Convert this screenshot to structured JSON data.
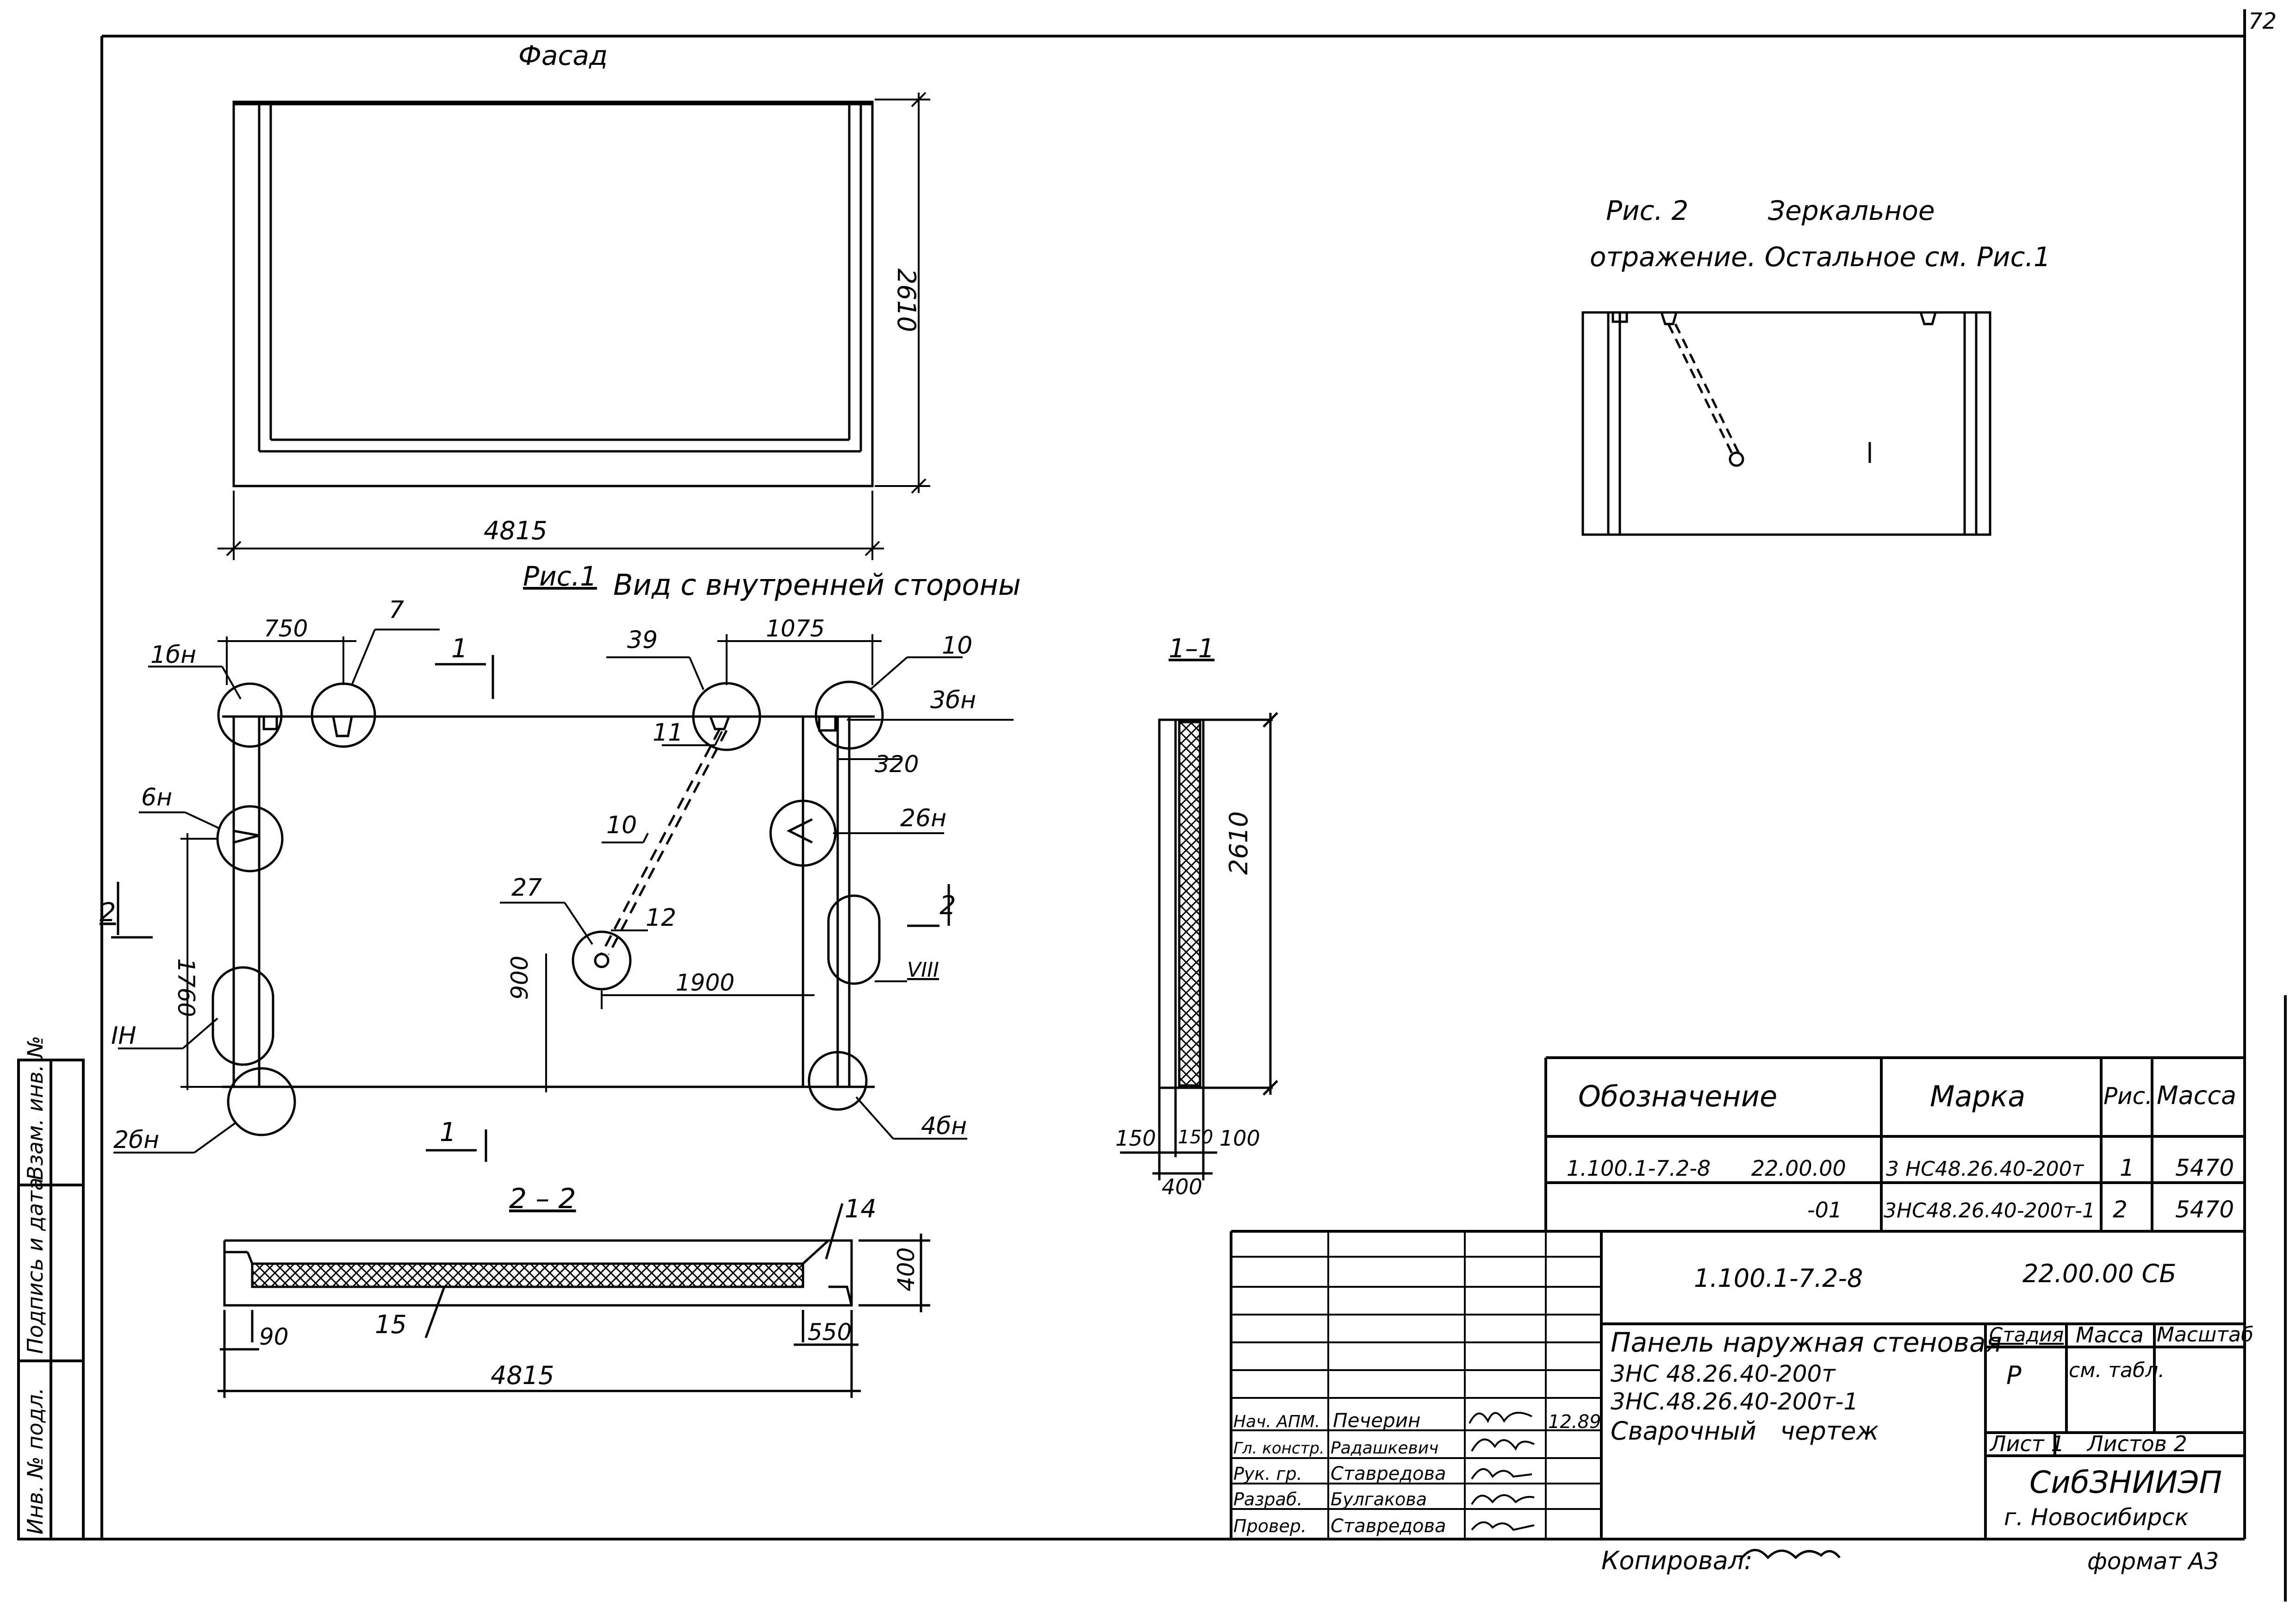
{
  "sheet": {
    "page_number": "72",
    "copied_by": "Копировал: ",
    "format": "формат А3"
  },
  "fig1": {
    "facade_label": "Фасад",
    "caption_number": "Рис.1",
    "caption_text": "Вид с внутренней стороны",
    "dim_width": "4815",
    "dim_height": "2610",
    "dims": [
      "750",
      "1075",
      "320",
      "1760",
      "1900",
      "900"
    ],
    "callouts": [
      "1бн",
      "7",
      "39",
      "10",
      "3бн",
      "11",
      "6н",
      "26н",
      "10",
      "27",
      "12",
      "VIII",
      "IН",
      "2бн",
      "4бн"
    ],
    "section_marks": [
      "1",
      "1",
      "2",
      "2"
    ]
  },
  "fig2": {
    "caption_number": "Рис. 2",
    "caption_text1": "Зеркальное",
    "caption_text2": "отражение. Остальное см. Рис.1"
  },
  "section_1_1": {
    "title": "1–1",
    "dim_height": "2610",
    "dims_bottom": [
      "150",
      "150",
      "100",
      "400"
    ]
  },
  "section_2_2": {
    "title": "2 – 2",
    "callout_14": "14",
    "callout_15": "15",
    "dim_height": "400",
    "dim_left": "90",
    "dim_right": "550",
    "dim_width": "4815"
  },
  "spec_table": {
    "headers": [
      "Обозначение",
      "Марка",
      "Рис.",
      "Масса"
    ],
    "rows": [
      [
        "1.100.1-7.2-8      22.00.00",
        "3 НС48.26.40-200т",
        "1",
        "5470"
      ],
      [
        "-01",
        "3НС48.26.40-200т-1",
        "2",
        "5470"
      ]
    ]
  },
  "title_block": {
    "doc_code": "1.100.1-7.2-8",
    "doc_number": "22.00.00 СБ",
    "name_lines": [
      "Панель наружная стеновая",
      "3НС 48.26.40-200т",
      "3НС.48.26.40-200т-1",
      "Сварочный   чертеж"
    ],
    "stage_label": "Стадия",
    "mass_label": "Масса",
    "scale_label": "Масштаб",
    "stage_value": "Р",
    "mass_value": "см. табл.",
    "sheet_label": "Лист 1",
    "sheets_label": "Листов 2",
    "org_name": "СибЗНИИЭП",
    "org_city": "г. Новосибирск",
    "date": "12.89",
    "staff": [
      {
        "role": "Нач. АПМ.",
        "name": "Печерин"
      },
      {
        "role": "Гл. констр.",
        "name": "Радашкевич"
      },
      {
        "role": "Рук. гр.",
        "name": "Ставредова"
      },
      {
        "role": "Разраб.",
        "name": "Булгакова"
      },
      {
        "role": "Провер.",
        "name": "Ставредова"
      }
    ]
  },
  "side_stamp": {
    "labels": [
      "Взам. инв. №",
      "Подпись и дата",
      "Инв. № подл."
    ]
  }
}
